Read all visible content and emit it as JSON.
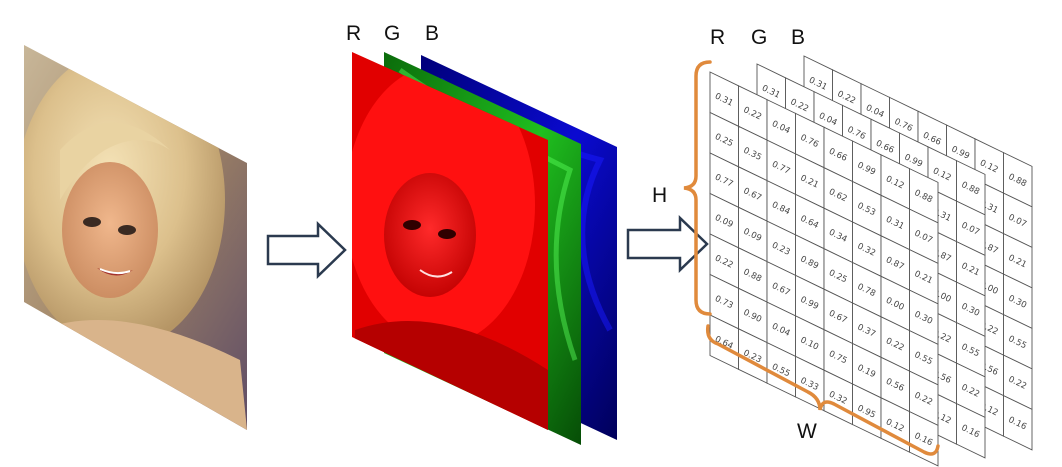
{
  "channel_labels": [
    "R",
    "G",
    "B"
  ],
  "matrix_channel_labels": [
    "R",
    "G",
    "B"
  ],
  "dimension_labels": {
    "height": "H",
    "width": "W"
  },
  "matrix_values": [
    [
      "0.31",
      "0.22",
      "0.04",
      "0.76",
      "0.66",
      "0.99",
      "0.12",
      "0.88"
    ],
    [
      "0.25",
      "0.35",
      "0.77",
      "0.21",
      "0.62",
      "0.53",
      "0.31",
      "0.07"
    ],
    [
      "0.77",
      "0.67",
      "0.84",
      "0.64",
      "0.34",
      "0.32",
      "0.87",
      "0.21"
    ],
    [
      "0.09",
      "0.09",
      "0.23",
      "0.89",
      "0.25",
      "0.78",
      "0.00",
      "0.30"
    ],
    [
      "0.22",
      "0.88",
      "0.67",
      "0.99",
      "0.67",
      "0.37",
      "0.22",
      "0.55"
    ],
    [
      "0.73",
      "0.90",
      "0.04",
      "0.10",
      "0.75",
      "0.19",
      "0.56",
      "0.22"
    ],
    [
      "0.64",
      "0.23",
      "0.55",
      "0.33",
      "0.32",
      "0.95",
      "0.12",
      "0.16"
    ]
  ],
  "colors": {
    "red_channel": "#ff0000",
    "green_channel": "#00b000",
    "blue_channel": "#0000c8",
    "bracket": "#e08a3c",
    "arrow_outline": "#2b3a4f"
  },
  "icons": [
    "portrait-photo",
    "hollow-right-arrow"
  ]
}
